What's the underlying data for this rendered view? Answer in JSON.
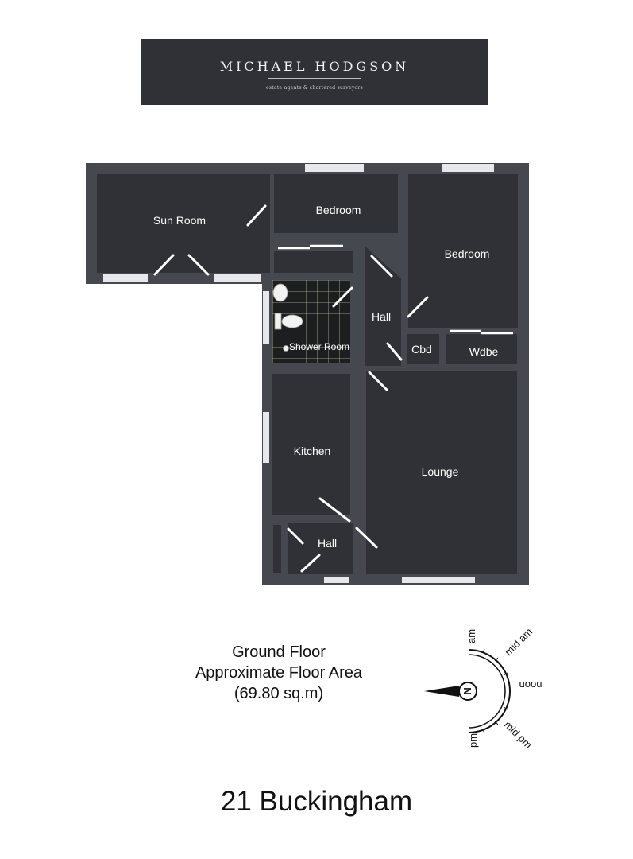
{
  "header": {
    "brand_name": "MICHAEL HODGSON",
    "tagline": "estate agents & chartered surveyors"
  },
  "rooms": {
    "sun_room": "Sun Room",
    "bedroom_1": "Bedroom",
    "bedroom_2": "Bedroom",
    "shower_room": "Shower Room",
    "hall_upper": "Hall",
    "cbd": "Cbd",
    "wdbe": "Wdbe",
    "kitchen": "Kitchen",
    "lounge": "Lounge",
    "hall_lower": "Hall"
  },
  "floor_info": {
    "floor_name": "Ground Floor",
    "area_label": "Approximate Floor Area",
    "area_value": "(69.80 sq.m)"
  },
  "compass": {
    "north": "N",
    "am": "am",
    "mid_am": "mid am",
    "noon": "noon",
    "mid_pm": "mid pm",
    "pm": "pm"
  },
  "address": "21 Buckingham",
  "colors": {
    "floor": "#2f3137",
    "wall": "#45484f",
    "window": "#e6e8ec",
    "door": "#ffffff",
    "tile_line": "#b9b79a"
  }
}
